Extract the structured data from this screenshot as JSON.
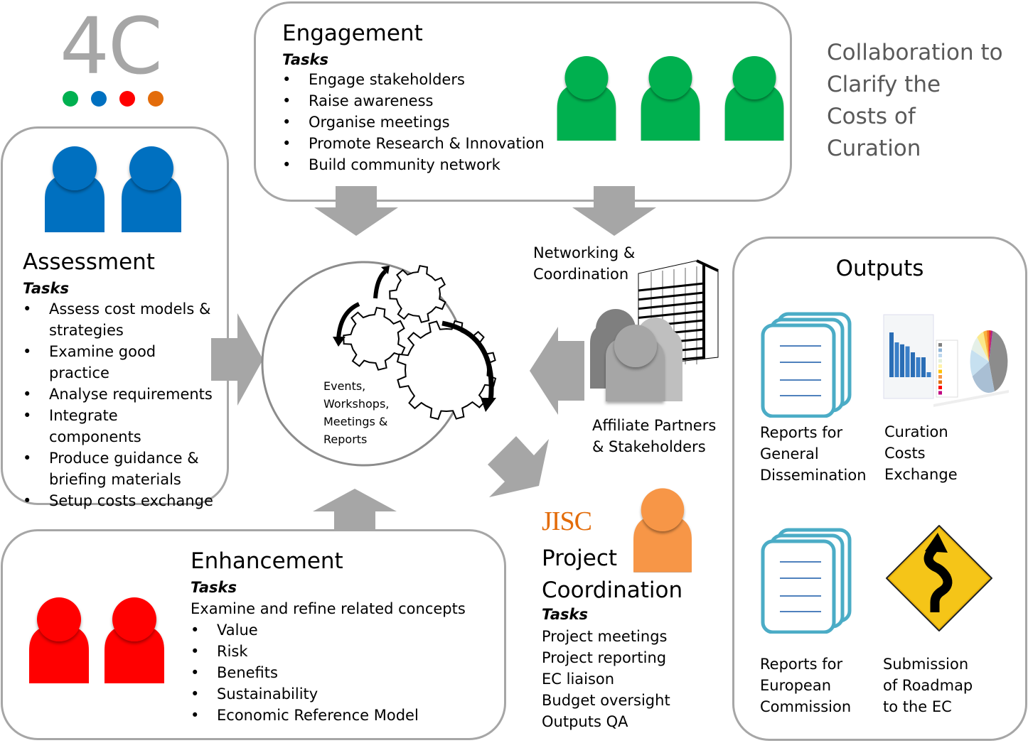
{
  "logo": {
    "text": "4C",
    "dot_colors": [
      "#00b050",
      "#0070c0",
      "#ff0000",
      "#e36c0a"
    ]
  },
  "tagline": [
    "Collaboration to",
    "Clarify the",
    "Costs of",
    "Curation"
  ],
  "colors": {
    "engagement": "#00b050",
    "assessment": "#0070c0",
    "enhancement": "#ff0000",
    "coordination": "#f79646",
    "jisc": "#e36c0a",
    "box_border": "#a6a6a6",
    "arrow": "#a6a6a6",
    "report_icon": "#4bacc6",
    "roadmap_sign": "#f5c518"
  },
  "engagement": {
    "title": "Engagement",
    "tasks_label": "Tasks",
    "items": [
      "Engage stakeholders",
      "Raise awareness",
      "Organise meetings",
      "Promote Research & Innovation",
      "Build community network"
    ],
    "people_count": 3
  },
  "assessment": {
    "title": "Assessment",
    "tasks_label": "Tasks",
    "items": [
      "Assess cost models & strategies",
      "Examine good practice",
      "Analyse requirements",
      "Integrate components",
      "Produce guidance & briefing materials",
      "Setup costs exchange"
    ],
    "people_count": 2
  },
  "enhancement": {
    "title": "Enhancement",
    "tasks_label": "Tasks",
    "intro": "Examine and refine related concepts",
    "items": [
      "Value",
      "Risk",
      "Benefits",
      "Sustainability",
      "Economic Reference Model"
    ],
    "people_count": 2
  },
  "hub": {
    "label": [
      "Events,",
      "Workshops,",
      "Meetings &",
      "Reports"
    ]
  },
  "networking": {
    "label": [
      "Networking &",
      "Coordination"
    ],
    "partners_label": [
      "Affiliate Partners",
      "& Stakeholders"
    ]
  },
  "coordination": {
    "org": "JISC",
    "title": [
      "Project",
      "Coordination"
    ],
    "tasks_label": "Tasks",
    "items": [
      "Project meetings",
      "Project reporting",
      "EC liaison",
      "Budget oversight",
      "Outputs QA"
    ]
  },
  "outputs": {
    "title": "Outputs",
    "items": [
      {
        "label": [
          "Reports for",
          "General",
          "Dissemination"
        ],
        "icon": "document-stack-icon"
      },
      {
        "label": [
          "Curation",
          "Costs",
          "Exchange"
        ],
        "icon": "chart-collage-icon"
      },
      {
        "label": [
          "Reports for",
          "European",
          "Commission"
        ],
        "icon": "document-stack-icon"
      },
      {
        "label": [
          "Submission",
          "of Roadmap",
          "to the EC"
        ],
        "icon": "winding-road-sign-icon"
      }
    ]
  }
}
